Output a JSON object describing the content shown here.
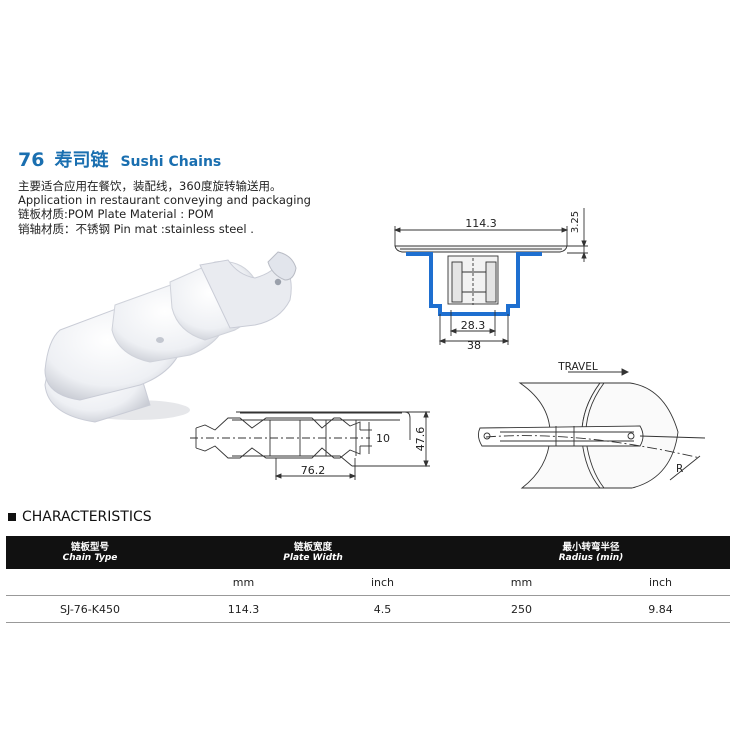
{
  "title": {
    "number": "76",
    "cn": "寿司链",
    "en": "Sushi Chains"
  },
  "description": [
    "主要适合应用在餐饮，装配线，360度旋转输送用。",
    "Application in restaurant conveying and packaging",
    "链板材质:POM Plate Material : POM",
    "销轴材质：不锈钢 Pin mat :stainless steel ."
  ],
  "drawings": {
    "front": {
      "plate_width": "114.3",
      "thickness": "3.25",
      "inner_width": "28.3",
      "guide_width": "38"
    },
    "side": {
      "height": "47.6",
      "pin": "10",
      "pitch": "76.2"
    },
    "top": {
      "travel_label": "TRAVEL",
      "radius_label": "R"
    }
  },
  "colors": {
    "accent": "#1a6fb0",
    "guide_rail": "#1e6fd0",
    "header_bg": "#111111"
  },
  "characteristics": {
    "heading": "CHARACTERISTICS",
    "columns": [
      {
        "cn": "链板型号",
        "en": "Chain Type"
      },
      {
        "cn": "链板宽度",
        "en": "Plate Width"
      },
      {
        "cn": "最小转弯半径",
        "en": "Radius (min)"
      }
    ],
    "units": [
      "mm",
      "inch",
      "mm",
      "inch"
    ],
    "rows": [
      {
        "chain_type": "SJ-76-K450",
        "width_mm": "114.3",
        "width_inch": "4.5",
        "radius_mm": "250",
        "radius_inch": "9.84"
      }
    ]
  }
}
